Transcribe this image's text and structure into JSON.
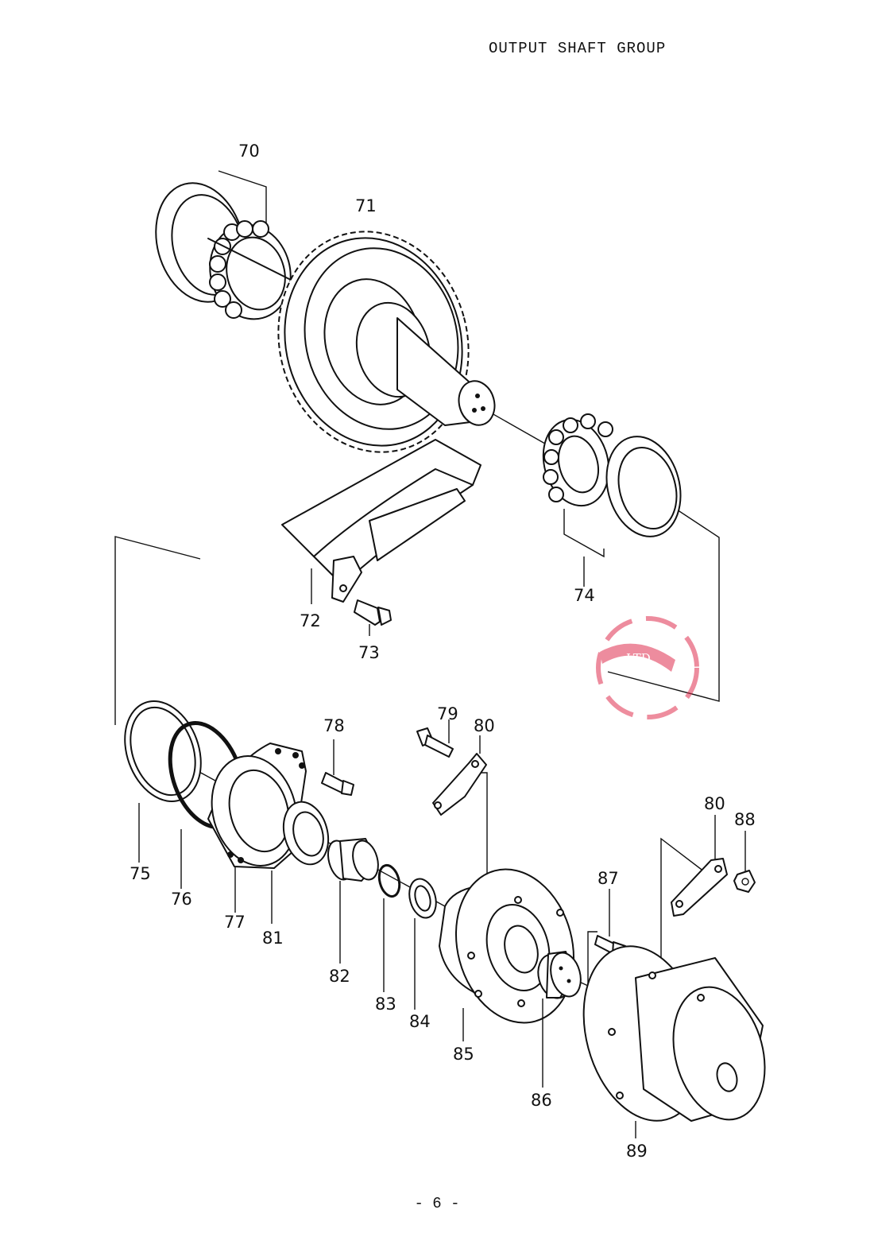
{
  "header": {
    "title": "OUTPUT SHAFT GROUP"
  },
  "footer": {
    "page_number": "- 6 -"
  },
  "callouts": {
    "p70": "70",
    "p71": "71",
    "p72": "72",
    "p73": "73",
    "p74": "74",
    "p75": "75",
    "p76": "76",
    "p77": "77",
    "p78": "78",
    "p79": "79",
    "p80a": "80",
    "p80b": "80",
    "p81": "81",
    "p82": "82",
    "p83": "83",
    "p84": "84",
    "p85": "85",
    "p86": "86",
    "p87": "87",
    "p88": "88",
    "p89": "89"
  },
  "colors": {
    "ink": "#111111",
    "stamp": "#e0304f"
  },
  "stamp": {
    "text": "LTD"
  }
}
